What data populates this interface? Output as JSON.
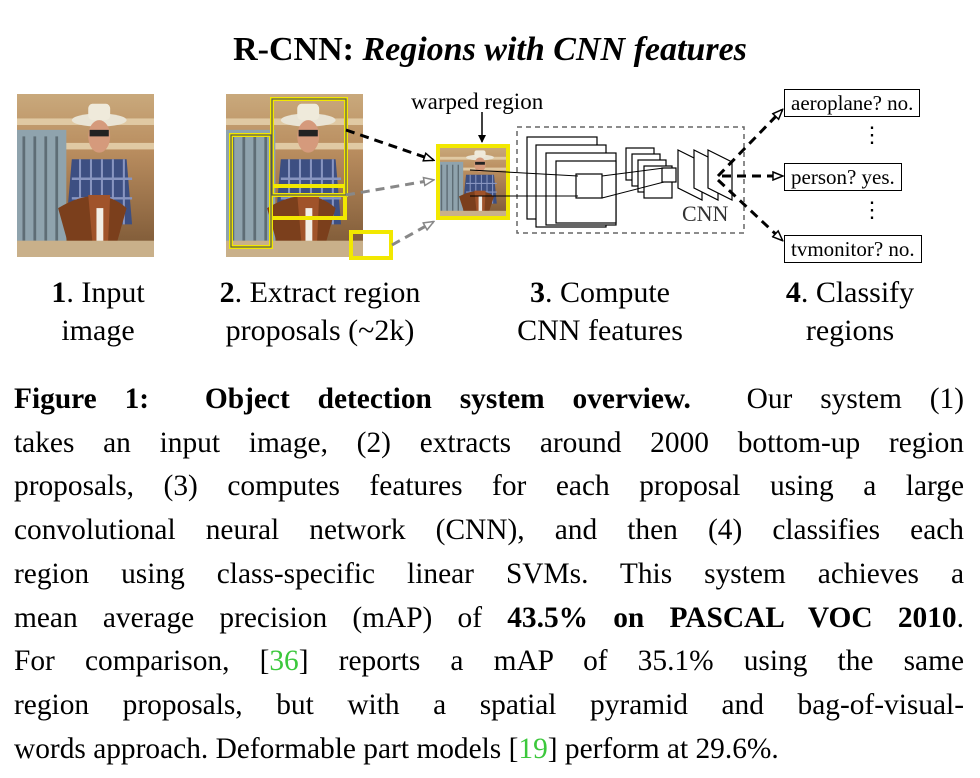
{
  "figure": {
    "title_bold": "R-CNN:",
    "title_italic": "Regions with CNN features",
    "warped_label": "warped region",
    "cnn_label": "CNN",
    "steps": [
      {
        "num": "1",
        "line1": ". Input",
        "line2": "image"
      },
      {
        "num": "2",
        "line1": ". Extract region",
        "line2": "proposals (~2k)"
      },
      {
        "num": "3",
        "line1": ". Compute",
        "line2": "CNN features"
      },
      {
        "num": "4",
        "line1": ". Classify",
        "line2": "regions"
      }
    ],
    "classes": [
      "aeroplane? no.",
      "person? yes.",
      "tvmonitor? no."
    ],
    "ellipsis": "⋮"
  },
  "caption": {
    "label": "Figure 1:",
    "heading": "Object detection system overview.",
    "lines": [
      "Our system (1)",
      "takes an input image, (2) extracts around 2000 bottom-up region",
      "proposals, (3) computes features for each proposal using a large",
      "convolutional neural network (CNN), and then (4) classifies each",
      "region using class-specific linear SVMs. This system achieves a"
    ],
    "line6_pre": "mean average precision (mAP) of ",
    "line6_bold": "43.5% on PASCAL VOC 2010",
    "line6_post": ".",
    "line7_pre": "For comparison, [",
    "ref1": "36",
    "line7_post": "] reports a mAP of 35.1% using the same",
    "line8": "region proposals, but with a spatial pyramid and bag-of-visual-",
    "line9_pre": "words approach. Deformable part models [",
    "ref2": "19",
    "line9_post": "] perform at 29.6%."
  }
}
